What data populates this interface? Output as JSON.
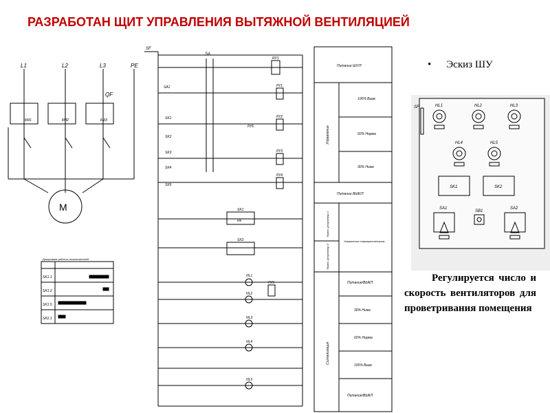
{
  "title": "РАЗРАБОТАН ЩИТ УПРАВЛЕНИЯ ВЫТЯЖНОЙ ВЕНТИЛЯЦИЕЙ",
  "bullet": "Эскиз ШУ",
  "description": "Регулируется число и скорость вентиляторов для проветривания помещения",
  "colors": {
    "title": "#c00000",
    "panel_bg": "#eeeeee",
    "lines": "#000000"
  },
  "power_circuit": {
    "phases": [
      "L1",
      "L2",
      "L3",
      "PE"
    ],
    "breaker": "QF",
    "motor": "M",
    "contactors": [
      "КМ1",
      "КМ2",
      "КМ3"
    ]
  },
  "control_circuit": {
    "switch_sf": "SF",
    "selector_sa": "SA",
    "relay_rv": "RV1",
    "relays": [
      "SA1",
      "SK1",
      "SK2",
      "SK3",
      "SK4",
      "SK5"
    ],
    "coils": [
      "РУ1",
      "РУ2",
      "РУ3",
      "РУ4",
      "РУ5",
      "РУ6"
    ],
    "lamps": [
      "HL1",
      "HL2",
      "HL3",
      "HL4",
      "HL5"
    ],
    "thermo": [
      "SK1",
      "SK2"
    ],
    "rk_label": "Rк"
  },
  "switch_table": {
    "title": "Диаграмма работы выключателей",
    "rows": [
      "SK1.1",
      "SK1.2",
      "SK1.5",
      "SK2.1"
    ]
  },
  "legend": {
    "items": [
      "Питание ШУ/Л",
      "100% Вывс",
      "60% Норма",
      "30% Ниже",
      "Питание ВЫК/Л",
      "Управление термореглятором",
      "Питание/ВЫКЛ",
      "30% Ниже",
      "60% Норма",
      "100% Вывс",
      "Питание/ВЫКЛ"
    ],
    "side_labels": [
      "Управление",
      "Термо- регулятор 1",
      "Термо- регулятор 2",
      "Сигнализация"
    ]
  },
  "panel": {
    "top_lamps": [
      "HL1",
      "HL2",
      "HL3"
    ],
    "mid_lamps": [
      "HL4",
      "HL5"
    ],
    "relays": [
      "SK1",
      "SK2"
    ],
    "switches": [
      "SA1",
      "SB1",
      "SA2"
    ],
    "side_label": "SF"
  }
}
